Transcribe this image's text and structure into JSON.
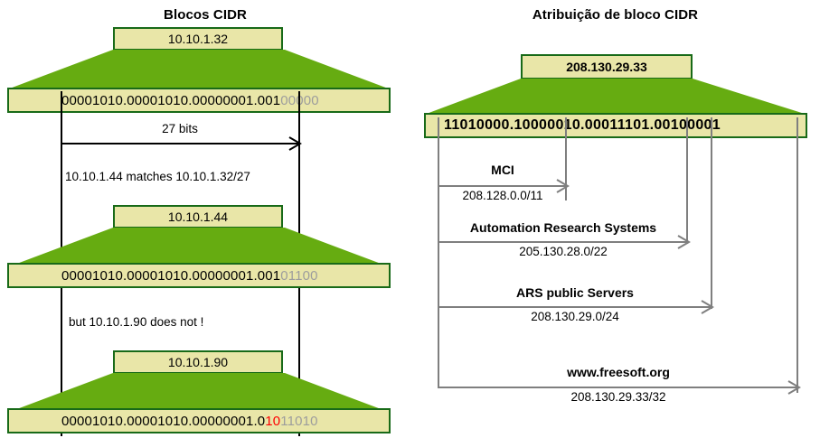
{
  "left_panel": {
    "title": "Blocos CIDR",
    "blocks": [
      {
        "address": "10.10.1.32",
        "bits_black": "00001010.00001010.00000001.001",
        "bits_red": "",
        "bits_gray": "00000"
      },
      {
        "address": "10.10.1.44",
        "bits_black": "00001010.00001010.00000001.001",
        "bits_red": "",
        "bits_gray": "01100"
      },
      {
        "address": "10.10.1.90",
        "bits_black": "00001010.00001010.00000001.0",
        "bits_red": "10",
        "bits_gray": "11010"
      }
    ],
    "prefix_label": "27 bits",
    "match_note": "10.10.1.44 matches 10.10.1.32/27",
    "nomatch_note": "but 10.10.1.90 does not !"
  },
  "right_panel": {
    "title": "Atribuição de bloco CIDR",
    "address": "208.130.29.33",
    "bits": "11010000.10000010.00011101.00100001",
    "allocations": [
      {
        "name": "MCI",
        "cidr": "208.128.0.0/11"
      },
      {
        "name": "Automation Research Systems",
        "cidr": "205.130.28.0/22"
      },
      {
        "name": "ARS public Servers",
        "cidr": "208.130.29.0/24"
      },
      {
        "name": "www.freesoft.org",
        "cidr": "208.130.29.33/32"
      }
    ]
  },
  "colors": {
    "box_fill": "#e9e6a8",
    "box_border": "#186a18",
    "trapezoid": "#66ac11",
    "line_black": "#000000",
    "line_gray": "#7f7f7f",
    "bit_gray": "#9d9d9d",
    "bit_red": "#ff0000"
  }
}
